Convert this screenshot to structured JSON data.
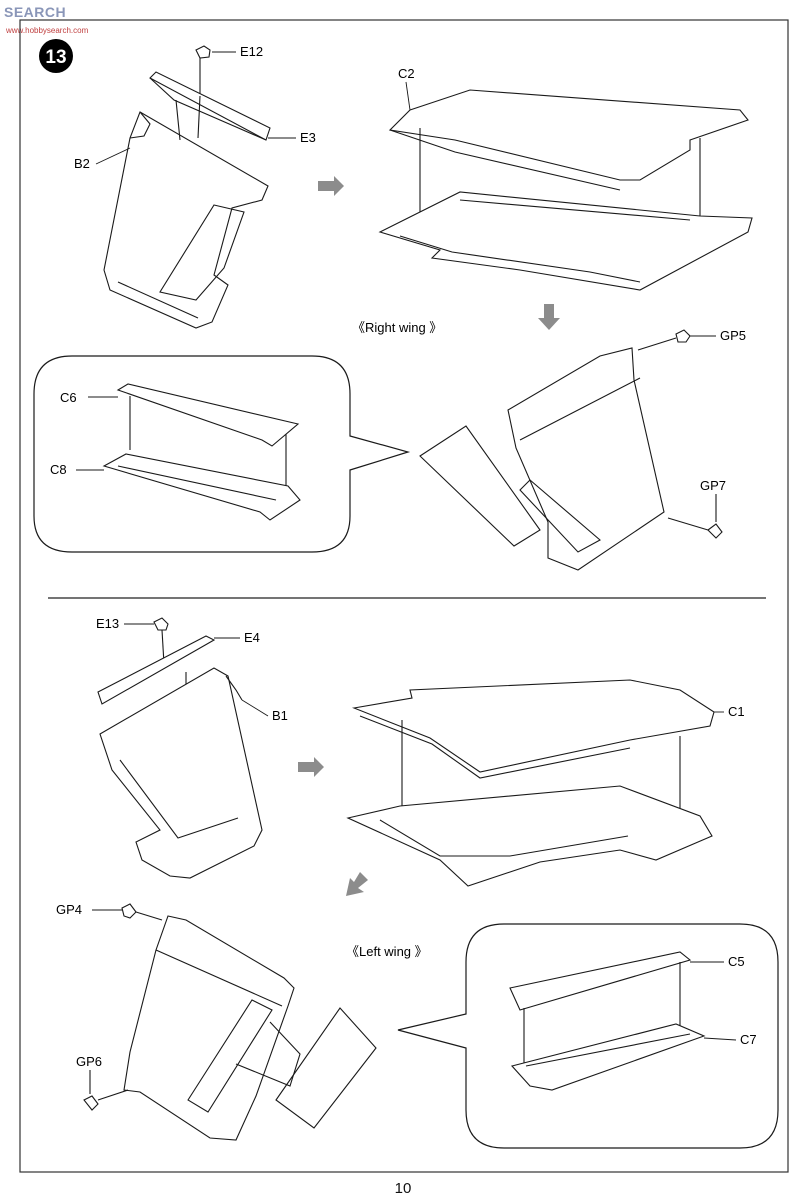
{
  "watermark": {
    "title": "SEARCH",
    "subtitle": "www.hobbysearch.com"
  },
  "step_number": "13",
  "page_number": "10",
  "sections": {
    "right_wing_label": "《Right wing 》",
    "left_wing_label": "《Left wing 》"
  },
  "part_labels": {
    "e12": "E12",
    "e3": "E3",
    "b2": "B2",
    "c2": "C2",
    "c6": "C6",
    "c8": "C8",
    "gp5": "GP5",
    "gp7": "GP7",
    "e13": "E13",
    "e4": "E4",
    "b1": "B1",
    "c1": "C1",
    "gp4": "GP4",
    "gp6": "GP6",
    "c5": "C5",
    "c7": "C7"
  },
  "colors": {
    "line": "#1a1a1a",
    "frame": "#333333",
    "arrow": "#8c8c8c"
  }
}
